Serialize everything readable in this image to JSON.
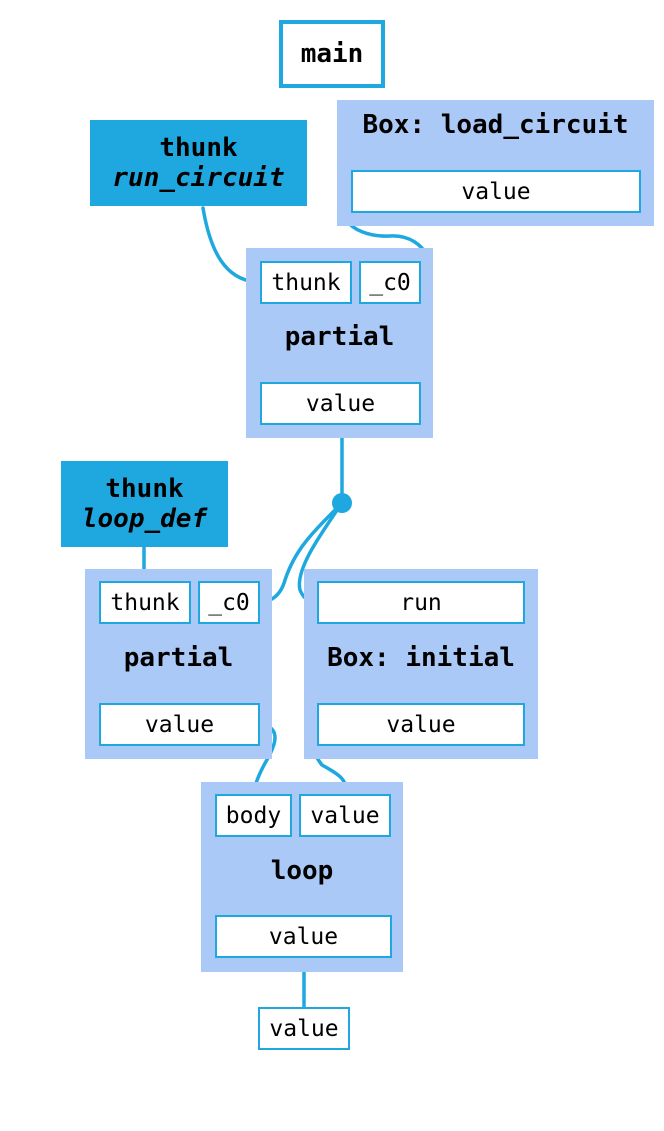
{
  "main": {
    "label": "main"
  },
  "thunk_run_circuit": {
    "kind": "thunk",
    "name": "run_circuit"
  },
  "box_load_circuit": {
    "title": "Box: load_circuit",
    "value_port": "value"
  },
  "partial_1": {
    "title": "partial",
    "in_thunk": "thunk",
    "in_c0": "_c0",
    "out_value": "value"
  },
  "thunk_loop_def": {
    "kind": "thunk",
    "name": "loop_def"
  },
  "partial_2": {
    "title": "partial",
    "in_thunk": "thunk",
    "in_c0": "_c0",
    "out_value": "value"
  },
  "box_initial": {
    "title": "Box: initial",
    "in_run": "run",
    "out_value": "value"
  },
  "loop": {
    "title": "loop",
    "in_body": "body",
    "in_value": "value",
    "out_value": "value"
  },
  "output": {
    "label": "value"
  },
  "colors": {
    "wire": "#1ea8df",
    "group": "#abc9f7",
    "thunk": "#1ea8df"
  }
}
